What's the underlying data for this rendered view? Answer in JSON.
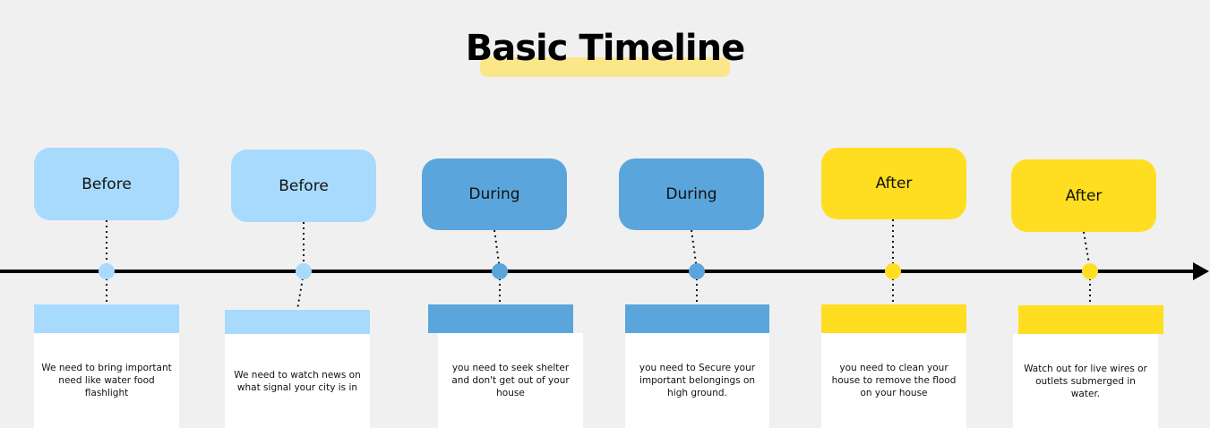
{
  "title": "Basic Timeline",
  "colors": {
    "before": "#a8dafd",
    "during": "#5aa6dc",
    "after": "#ffde21",
    "highlight": "#fbe68a",
    "axis": "#000000"
  },
  "events": [
    {
      "label": "Before",
      "text": "We need to bring important need like water food flashlight"
    },
    {
      "label": "Before",
      "text": "We need to watch news on what signal your city is in"
    },
    {
      "label": "During",
      "text": "you need to seek shelter  and don't get out of your house"
    },
    {
      "label": "During",
      "text": "you need to Secure your important belongings on high ground."
    },
    {
      "label": "After",
      "text": "you need to clean your house to remove the flood on your house"
    },
    {
      "label": "After",
      "text": "Watch out for live wires or outlets submerged in water."
    }
  ]
}
